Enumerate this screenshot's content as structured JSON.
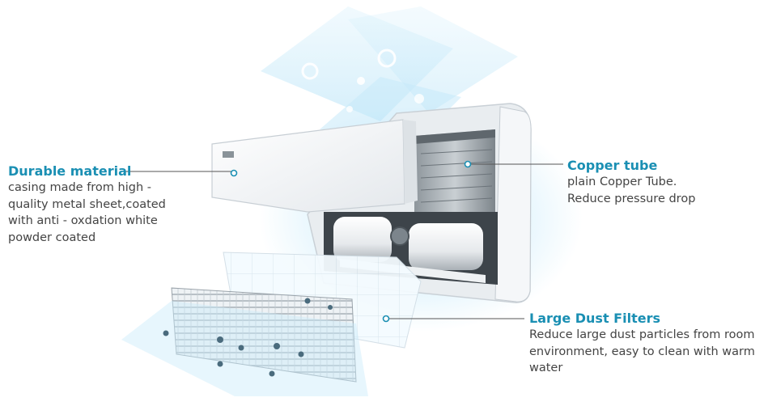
{
  "callouts": {
    "durable": {
      "title": "Durable material",
      "lines": [
        "casing made from high -",
        "quality metal sheet,coated",
        "with anti - oxdation white",
        "powder coated"
      ]
    },
    "copper": {
      "title": "Copper tube",
      "lines": [
        "plain Copper Tube.",
        "Reduce pressure drop"
      ]
    },
    "filters": {
      "title": "Large Dust Filters",
      "lines": [
        "Reduce large dust particles from room",
        "environment, easy to clean with warm",
        "water"
      ]
    }
  },
  "colors": {
    "accent": "#1a8fb3",
    "text": "#444444",
    "air": "#aee0f7"
  },
  "icons": [
    "fan-coil-unit-illustration",
    "air-flow-graphic"
  ]
}
